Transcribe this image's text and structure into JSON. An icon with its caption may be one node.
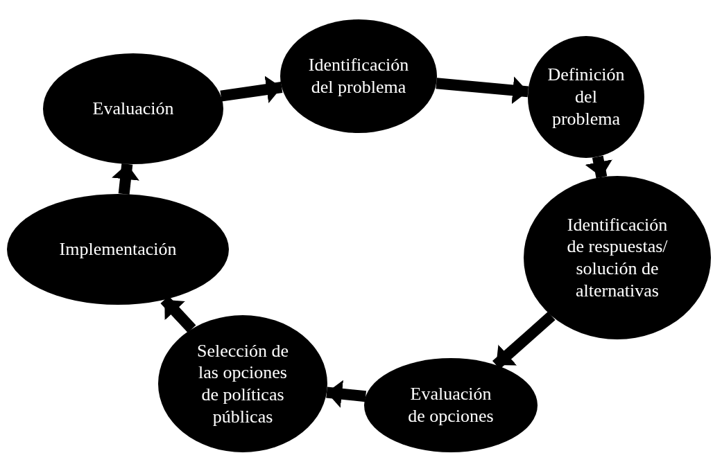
{
  "diagram": {
    "nodes": [
      {
        "text": [
          "Evaluación"
        ]
      },
      {
        "text": [
          "Identificación del problema"
        ]
      },
      {
        "text": [
          "Definición del problema"
        ]
      },
      {
        "text": [
          "Identificación de respuestas/ solución de alternativas"
        ]
      },
      {
        "text": [
          "Evaluación de opciones"
        ]
      },
      {
        "text": [
          "Selección de las opciones de políticas públicas"
        ]
      },
      {
        "text": [
          "Implementación"
        ]
      }
    ],
    "edges": [
      {
        "from": 0,
        "to": 1,
        "arrow": "to"
      },
      {
        "from": 1,
        "to": 2,
        "arrow": "to"
      },
      {
        "from": 2,
        "to": 3,
        "arrow": "to"
      },
      {
        "from": 3,
        "to": 4,
        "arrow": "to"
      },
      {
        "from": 4,
        "to": 5,
        "arrow": "to"
      },
      {
        "from": 5,
        "to": 6,
        "arrow": "to"
      },
      {
        "from": 6,
        "to": 0,
        "arrow": "to"
      }
    ]
  }
}
